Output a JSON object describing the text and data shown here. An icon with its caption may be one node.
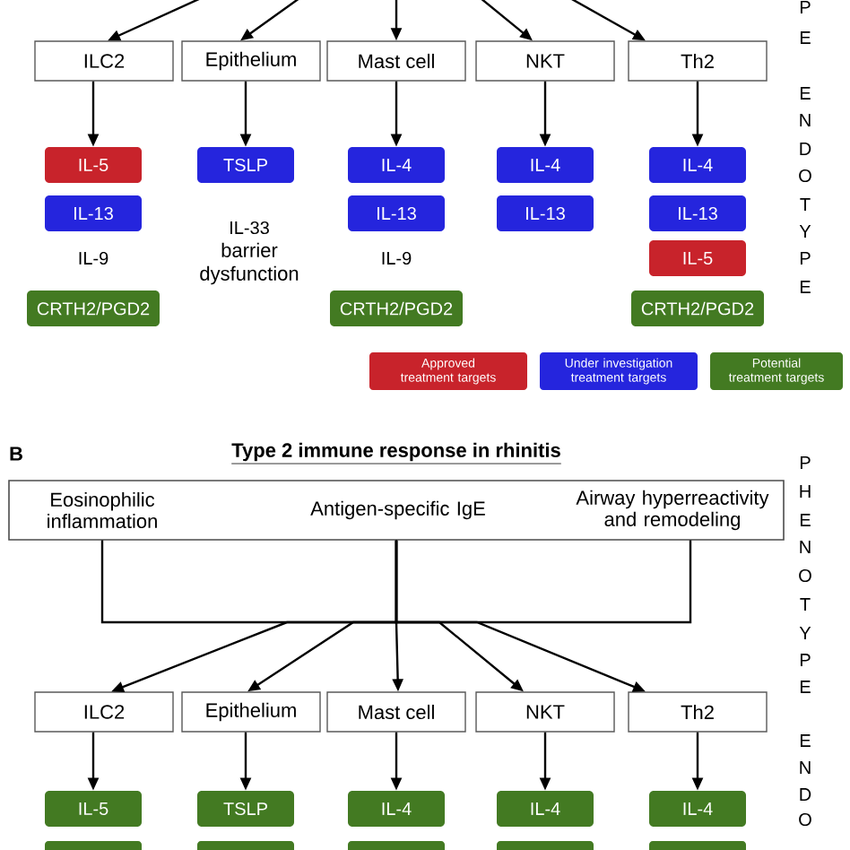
{
  "diagram": {
    "nodes": [
      {
        "text": [
          "ILC2"
        ]
      },
      {
        "text": [
          "Epithelium"
        ]
      },
      {
        "text": [
          "Mast cell"
        ]
      },
      {
        "text": [
          "NKT"
        ]
      },
      {
        "text": [
          "Th2"
        ]
      },
      {
        "text": [
          "IL-5"
        ]
      },
      {
        "text": [
          "TSLP"
        ]
      },
      {
        "text": [
          "IL-4"
        ]
      },
      {
        "text": [
          "IL-4"
        ]
      },
      {
        "text": [
          "IL-4"
        ]
      },
      {
        "text": [
          "IL-13"
        ]
      },
      {
        "text": [
          "IL-13"
        ]
      },
      {
        "text": [
          "IL-13"
        ]
      },
      {
        "text": [
          "IL-13"
        ]
      },
      {
        "text": [
          "IL-5"
        ]
      },
      {
        "text": [
          "CRTH2/PGD2"
        ]
      },
      {
        "text": [
          "CRTH2/PGD2"
        ]
      },
      {
        "text": [
          "CRTH2/PGD2"
        ]
      },
      {
        "text": [
          "Eosinophilic inflammation",
          "Antigen-specific IgE",
          "Airway hyperreactivity and remodeling"
        ]
      },
      {
        "text": [
          "ILC2"
        ]
      },
      {
        "text": [
          "Epithelium"
        ]
      },
      {
        "text": [
          "Mast cell"
        ]
      },
      {
        "text": [
          "NKT"
        ]
      },
      {
        "text": [
          "Th2"
        ]
      },
      {
        "text": [
          "IL-5"
        ]
      },
      {
        "text": [
          "TSLP"
        ]
      },
      {
        "text": [
          "IL-4"
        ]
      },
      {
        "text": [
          "IL-4"
        ]
      },
      {
        "text": [
          "IL-4"
        ]
      },
      {
        "text": [],
        "shape": "box"
      },
      {
        "text": [],
        "shape": "box"
      },
      {
        "text": [],
        "shape": "box"
      },
      {
        "text": [],
        "shape": "box"
      },
      {
        "text": [],
        "shape": "box"
      }
    ],
    "edges": [
      {
        "from": null,
        "to": 0,
        "arrow": "to"
      },
      {
        "from": null,
        "to": 1,
        "arrow": "to"
      },
      {
        "from": null,
        "to": 2,
        "arrow": "to"
      },
      {
        "from": null,
        "to": 3,
        "arrow": "to"
      },
      {
        "from": null,
        "to": 4,
        "arrow": "to"
      },
      {
        "from": 0,
        "to": 5,
        "arrow": "to"
      },
      {
        "from": 1,
        "to": 6,
        "arrow": "to"
      },
      {
        "from": 2,
        "to": 7,
        "arrow": "to"
      },
      {
        "from": 3,
        "to": 8,
        "arrow": "to"
      },
      {
        "from": 4,
        "to": 9,
        "arrow": "to"
      },
      {
        "from": 18,
        "to": 19,
        "arrow": "to"
      },
      {
        "from": 18,
        "to": 20,
        "arrow": "to"
      },
      {
        "from": 18,
        "to": 21,
        "arrow": "to"
      },
      {
        "from": 18,
        "to": 22,
        "arrow": "to"
      },
      {
        "from": 18,
        "to": 23,
        "arrow": "to"
      },
      {
        "from": 19,
        "to": 24,
        "arrow": "to"
      },
      {
        "from": 20,
        "to": 25,
        "arrow": "to"
      },
      {
        "from": 21,
        "to": 26,
        "arrow": "to"
      },
      {
        "from": 22,
        "to": 27,
        "arrow": "to"
      },
      {
        "from": 23,
        "to": 28,
        "arrow": "to"
      }
    ],
    "labels": [
      "P",
      "E",
      "E",
      "N",
      "D",
      "O",
      "T",
      "Y",
      "P",
      "E",
      "IL-33",
      "IL-9",
      "barrier dysfunction",
      "IL-9",
      "B",
      "Type 2 immune response in rhinitis",
      "P",
      "H",
      "E",
      "N",
      "O",
      "T",
      "Y",
      "P",
      "E",
      "E",
      "N",
      "D",
      "O"
    ],
    "legend": [
      {
        "text": "Approved treatment targets",
        "color": "#c8232b"
      },
      {
        "text": "Under investigation treatment targets",
        "color": "#2525dd"
      },
      {
        "text": "Potential treatment targets",
        "color": "#437a22"
      }
    ]
  }
}
